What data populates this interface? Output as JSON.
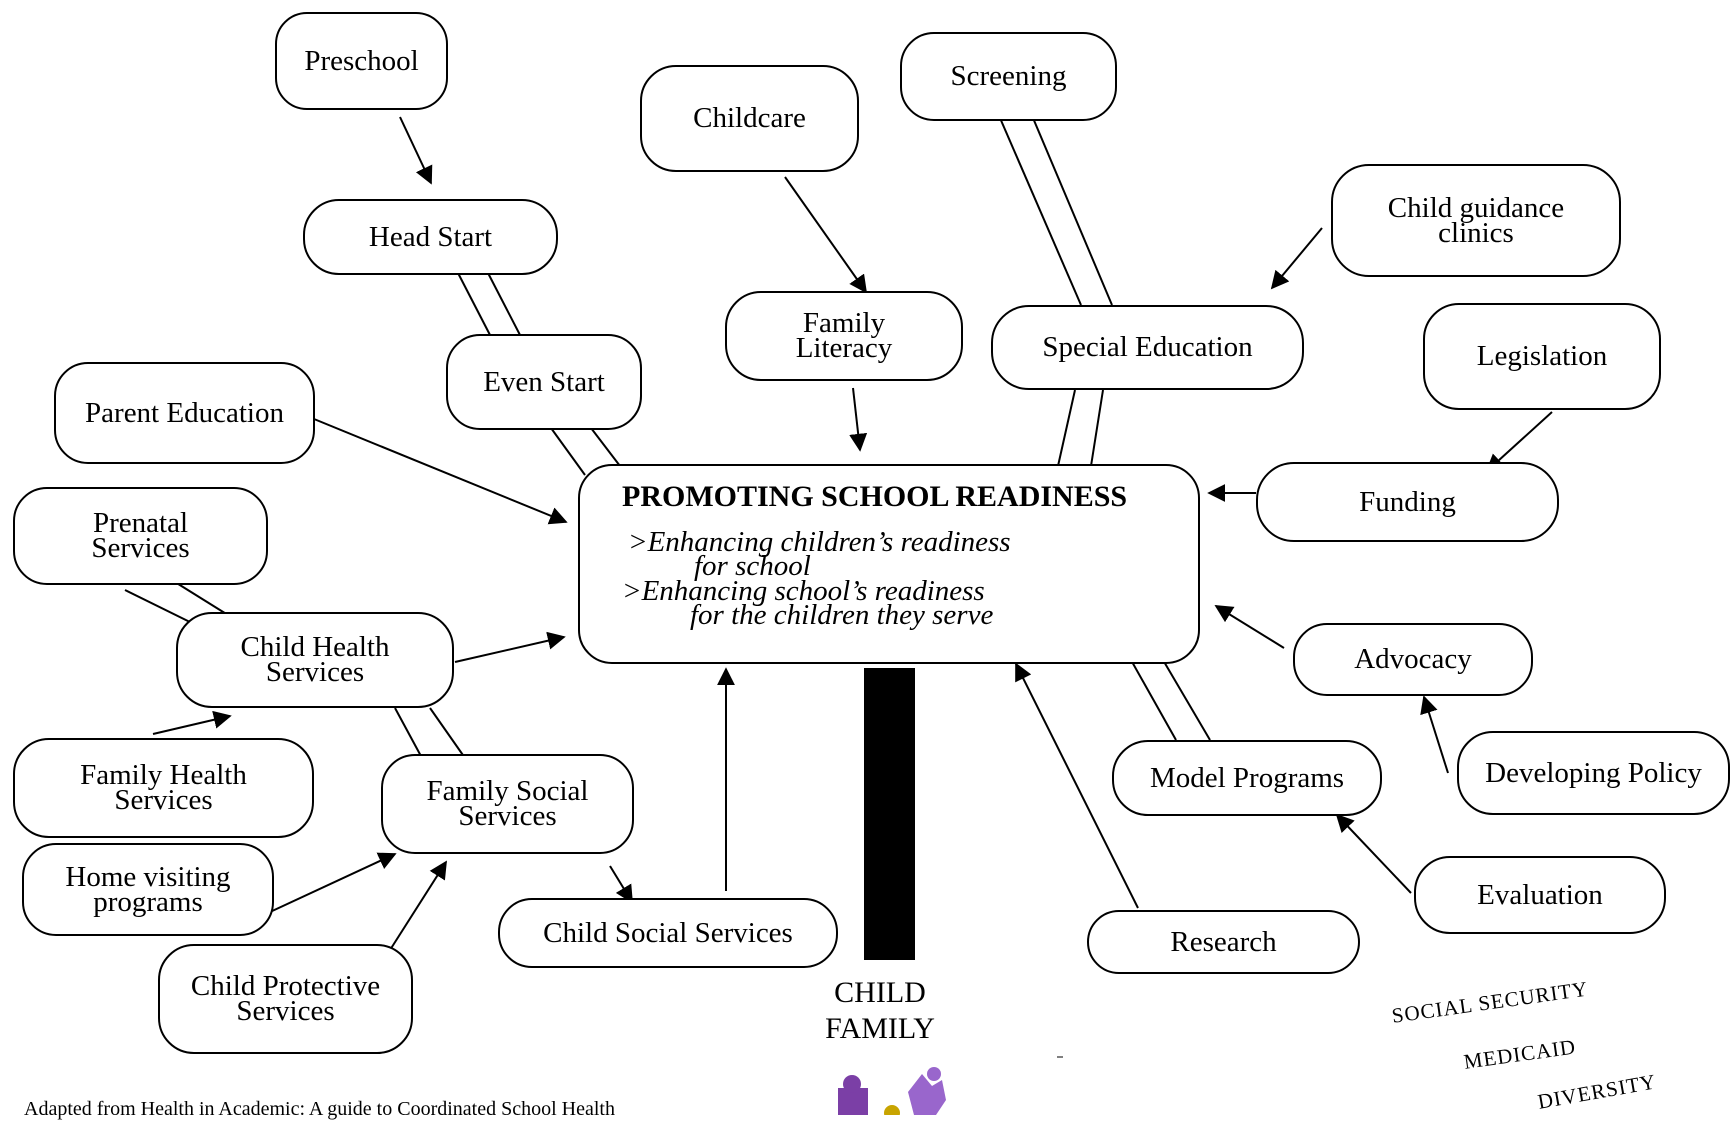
{
  "diagram": {
    "center": {
      "title": "PROMOTING SCHOOL READINESS",
      "line1": ">Enhancing children’s readiness",
      "line2": "for school",
      "line3": ">Enhancing school’s readiness",
      "line4": "for the children they serve"
    },
    "nodes": {
      "preschool": "Preschool",
      "head_start": "Head Start",
      "even_start": "Even Start",
      "childcare": "Childcare",
      "family_literacy": "Family\nLiteracy",
      "screening": "Screening",
      "special_education": "Special Education",
      "child_guidance_clinics": "Child guidance\nclinics",
      "legislation": "Legislation",
      "funding": "Funding",
      "parent_education": "Parent Education",
      "prenatal_services": "Prenatal\nServices",
      "child_health_services": "Child Health\nServices",
      "family_health_services": "Family Health\nServices",
      "family_social_services": "Family Social\nServices",
      "home_visiting_programs": "Home visiting\nprograms",
      "child_protective_services": "Child Protective\nServices",
      "child_social_services": "Child Social Services",
      "advocacy": "Advocacy",
      "developing_policy": "Developing Policy",
      "model_programs": "Model Programs",
      "evaluation": "Evaluation",
      "research": "Research"
    },
    "base_label": {
      "line1": "CHILD",
      "line2": "FAMILY"
    },
    "corner_words": {
      "social_security": "SOCIAL SECURITY",
      "medicaid": "MEDICAID",
      "diversity": "DIVERSITY"
    },
    "credit": "Adapted from Health in Academic: A guide to Coordinated School Health"
  },
  "colors": {
    "logo_purple": "#7b3fa6",
    "logo_violet": "#9966cc",
    "logo_gold": "#c8a400",
    "ink": "#000000"
  },
  "icons": {
    "logo": "children-figures-logo"
  }
}
